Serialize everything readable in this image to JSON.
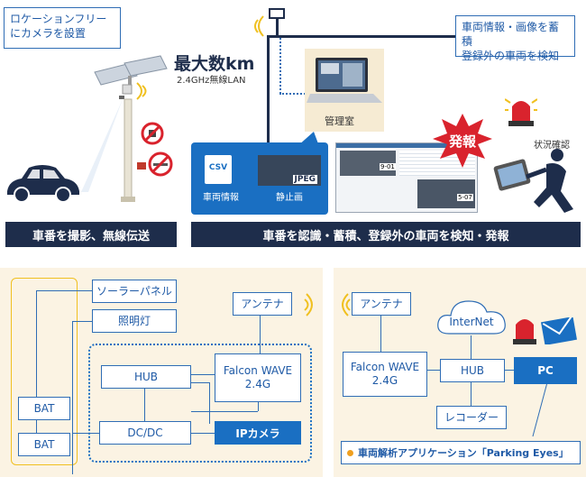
{
  "top": {
    "callout_location": [
      "ロケーションフリー",
      "にカメラを設置"
    ],
    "callout_vehicle": [
      "車両情報・画像を蓄積",
      "登録外の車両を検知"
    ],
    "max_label": "最大数km",
    "lan_label": "2.4GHz無線LAN",
    "room_label": "管理室",
    "csv_label": "CSV",
    "vehicle_info_label": "車両情報",
    "jpeg_label": "JPEG",
    "still_label": "静止画",
    "alarm_label": "発報",
    "status_label": "状況確認",
    "screen_plate_1": "9-01",
    "screen_plate_2": "5-07",
    "bar_left": "車番を撮影、無線伝送",
    "bar_right": "車番を認識・蓄積、登録外の車両を検知・発報"
  },
  "left_panel": {
    "solar": "ソーラーパネル",
    "light": "照明灯",
    "antenna": "アンテナ",
    "hub": "HUB",
    "falcon": [
      "Falcon WAVE",
      "2.4G"
    ],
    "bat1": "BAT",
    "bat2": "BAT",
    "dcdc": "DC/DC",
    "ipcam": "IPカメラ"
  },
  "right_panel": {
    "antenna": "アンテナ",
    "internet": "InterNet",
    "falcon": [
      "Falcon WAVE",
      "2.4G"
    ],
    "hub": "HUB",
    "pc": "PC",
    "recorder": "レコーダー",
    "app_label": "車両解析アプリケーション「Parking Eyes」"
  },
  "colors": {
    "navy": "#1e2d4b",
    "blue": "#1a6fc2",
    "line": "#2f6db5",
    "panel": "#fbf3e3",
    "alarm": "#d9232d"
  }
}
